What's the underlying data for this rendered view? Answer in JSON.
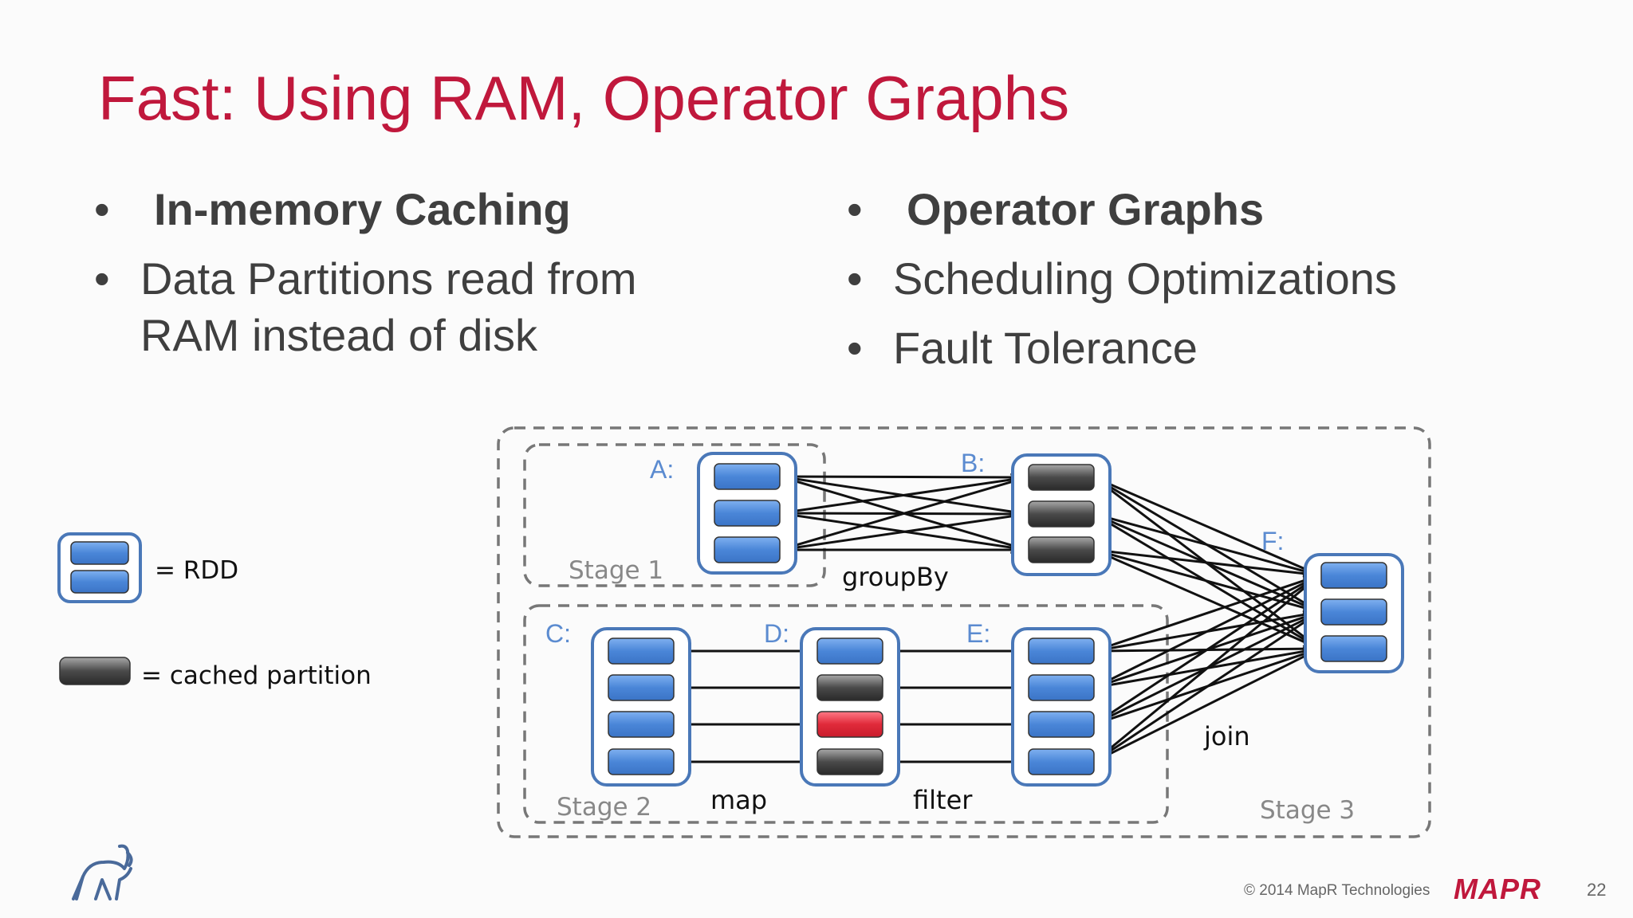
{
  "title": "Fast: Using RAM, Operator Graphs",
  "left_column": {
    "bullets": [
      "In-memory Caching",
      "Data Partitions read from",
      "RAM instead of disk"
    ]
  },
  "right_column": {
    "bullets": [
      "Operator Graphs",
      "Scheduling Optimizations",
      "Fault Tolerance"
    ]
  },
  "legend": {
    "rdd_label": "= RDD",
    "cached_label": "= cached partition"
  },
  "diagram": {
    "labels": {
      "A": "A:",
      "B": "B:",
      "C": "C:",
      "D": "D:",
      "E": "E:",
      "F": "F:"
    },
    "stages": {
      "stage1": "Stage 1",
      "stage2": "Stage 2",
      "stage3": "Stage 3"
    },
    "operations": {
      "groupBy": "groupBy",
      "map": "map",
      "filter": "filter",
      "join": "join"
    },
    "colors": {
      "blue_partition": "#4a86d8",
      "cached_partition": "#444444",
      "failed_partition": "#e02a3a",
      "rdd_border": "#4a78b8"
    }
  },
  "footer": {
    "copyright": "© 2014 MapR Technologies",
    "brand": "MAPR",
    "page_number": "22"
  }
}
